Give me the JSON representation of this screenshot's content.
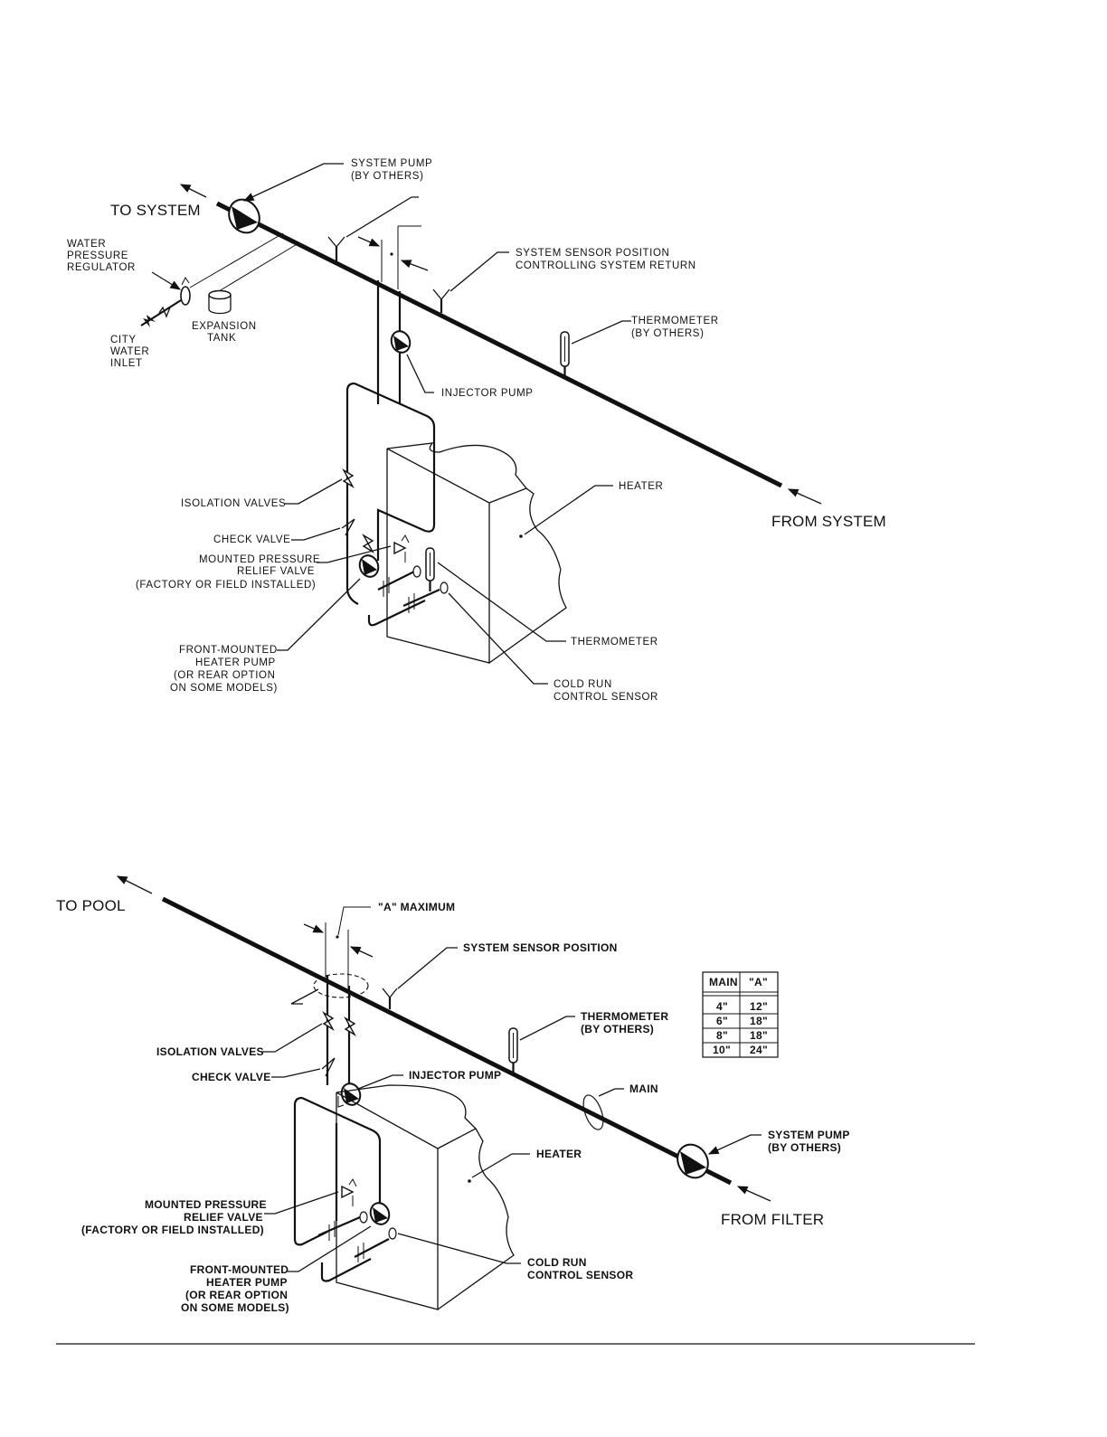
{
  "top": {
    "to_system": "TO SYSTEM",
    "from_system": "FROM SYSTEM",
    "system_pump": [
      "SYSTEM PUMP",
      "(BY OTHERS)"
    ],
    "sensor": [
      "SYSTEM SENSOR POSITION",
      "CONTROLLING SYSTEM RETURN"
    ],
    "thermometer": [
      "THERMOMETER",
      "(BY OTHERS)"
    ],
    "regulator": [
      "WATER",
      "PRESSURE",
      "REGULATOR"
    ],
    "expansion": [
      "EXPANSION",
      "TANK"
    ],
    "city": [
      "CITY",
      "WATER",
      "INLET"
    ],
    "injector": "INJECTOR PUMP",
    "heater": "HEATER",
    "isolation": "ISOLATION VALVES",
    "check": "CHECK VALVE",
    "relief": [
      "MOUNTED PRESSURE",
      "RELIEF VALVE",
      "(FACTORY OR FIELD INSTALLED)"
    ],
    "heater_pump": [
      "FRONT-MOUNTED",
      "HEATER PUMP",
      "(OR REAR OPTION",
      "ON SOME MODELS)"
    ],
    "thermometer2": "THERMOMETER",
    "cold_run": [
      "COLD RUN",
      "CONTROL SENSOR"
    ]
  },
  "bottom": {
    "to_pool": "TO POOL",
    "from_filter": "FROM FILTER",
    "a_max": "\"A\" MAXIMUM",
    "sensor": "SYSTEM SENSOR POSITION",
    "thermometer": [
      "THERMOMETER",
      "(BY OTHERS)"
    ],
    "isolation": "ISOLATION VALVES",
    "check": "CHECK VALVE",
    "injector": "INJECTOR PUMP",
    "main": "MAIN",
    "heater": "HEATER",
    "system_pump": [
      "SYSTEM PUMP",
      "(BY OTHERS)"
    ],
    "relief": [
      "MOUNTED PRESSURE",
      "RELIEF VALVE",
      "(FACTORY OR FIELD INSTALLED)"
    ],
    "heater_pump": [
      "FRONT-MOUNTED",
      "HEATER PUMP",
      "(OR REAR OPTION",
      "ON SOME MODELS)"
    ],
    "cold_run": [
      "COLD RUN",
      "CONTROL SENSOR"
    ],
    "table": {
      "headers": [
        "MAIN",
        "\"A\""
      ],
      "rows": [
        [
          "4\"",
          "12\""
        ],
        [
          "6\"",
          "18\""
        ],
        [
          "8\"",
          "18\""
        ],
        [
          "10\"",
          "24\""
        ]
      ]
    }
  }
}
